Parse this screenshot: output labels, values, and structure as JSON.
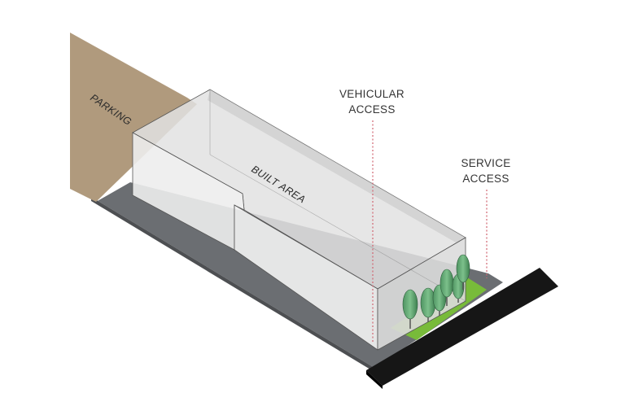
{
  "labels": {
    "parking": "PARKING",
    "built_area": "BUILT AREA",
    "vehicular_access_line1": "VEHICULAR",
    "vehicular_access_line2": "ACCESS",
    "service_access_line1": "SERVICE",
    "service_access_line2": "ACCESS"
  },
  "colors": {
    "parking": "#b09a7d",
    "ground": "#6b6e72",
    "building": "#e7e7e7",
    "road": "#161616",
    "grass": "#78bb3a",
    "tree": "#5aa06a",
    "access_line": "#d06470"
  }
}
